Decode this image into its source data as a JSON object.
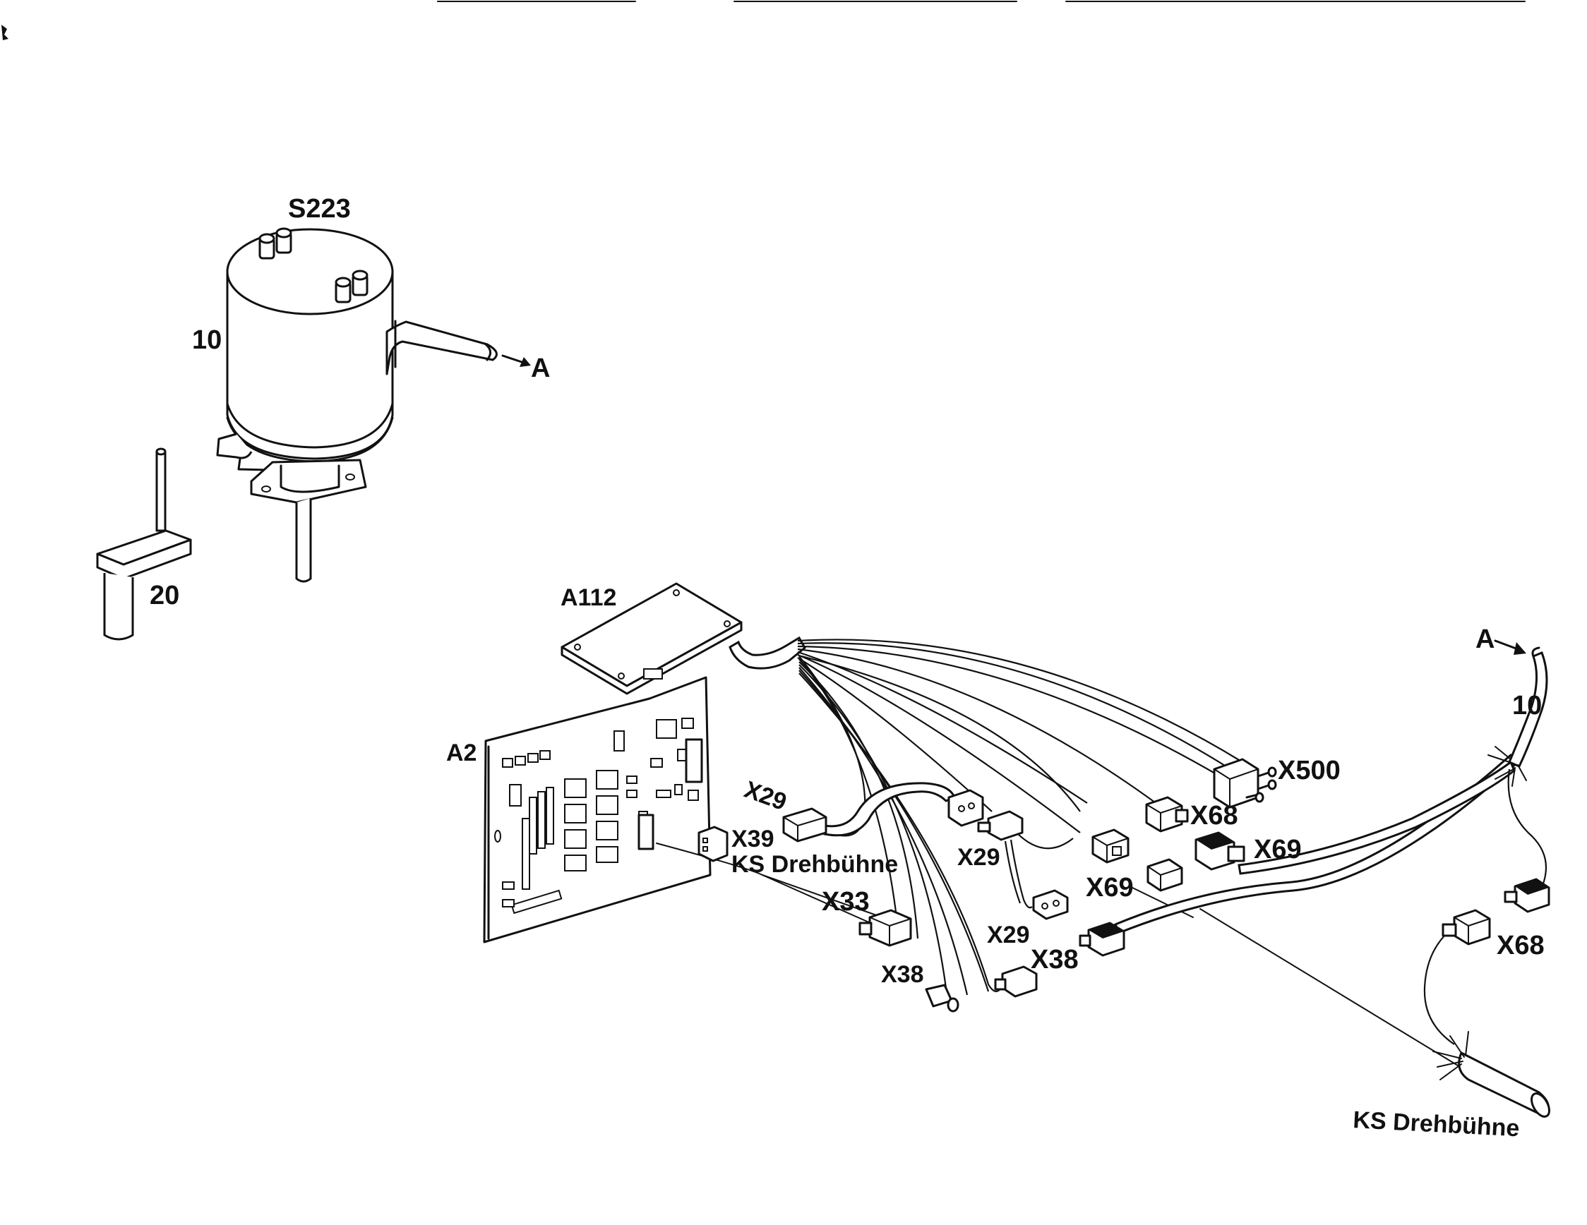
{
  "labels": {
    "s223": "S223",
    "part10_top": "10",
    "arrow_a_top": "A",
    "part20": "20",
    "a112": "A112",
    "a2": "A2",
    "x29_board": "X29",
    "x39": "X39",
    "ks_drehbuehne_board": "KS Drehbühne",
    "x33": "X33",
    "x38_left": "X38",
    "x29_mid": "X29",
    "x29_lower": "X29",
    "x38_mid": "X38",
    "x69_mid": "X69",
    "x500": "X500",
    "x68_upper": "X68",
    "x69_right": "X69",
    "arrow_a_right": "A",
    "part10_right": "10",
    "x68_right": "X68",
    "ks_drehbuehne_bottom": "KS Drehbühne"
  }
}
